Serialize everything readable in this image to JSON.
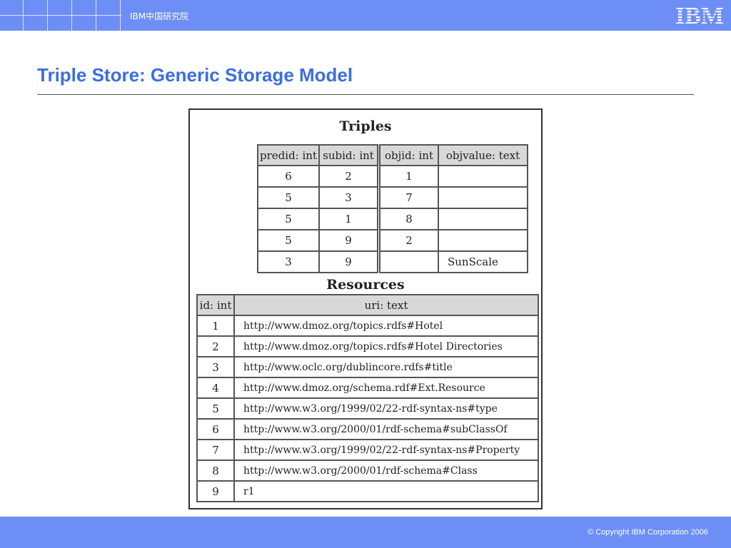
{
  "header": {
    "org_label": "IBM中国研究院",
    "logo_text": "IBM",
    "accent_color": "#6c8ef5"
  },
  "slide": {
    "title": "Triple Store: Generic Storage Model",
    "title_color": "#3c6ee0"
  },
  "triples": {
    "heading": "Triples",
    "columns": [
      "predid: int",
      "subid: int",
      "objid: int",
      "objvalue: text"
    ],
    "rows": [
      [
        "6",
        "2",
        "1",
        ""
      ],
      [
        "5",
        "3",
        "7",
        ""
      ],
      [
        "5",
        "1",
        "8",
        ""
      ],
      [
        "5",
        "9",
        "2",
        ""
      ],
      [
        "3",
        "9",
        "",
        "SunScale"
      ]
    ]
  },
  "resources": {
    "heading": "Resources",
    "columns": [
      "id: int",
      "uri: text"
    ],
    "rows": [
      [
        "1",
        "http://www.dmoz.org/topics.rdfs#Hotel"
      ],
      [
        "2",
        "http://www.dmoz.org/topics.rdfs#Hotel Directories"
      ],
      [
        "3",
        "http://www.oclc.org/dublincore.rdfs#title"
      ],
      [
        "4",
        "http://www.dmoz.org/schema.rdf#Ext.Resource"
      ],
      [
        "5",
        "http://www.w3.org/1999/02/22-rdf-syntax-ns#type"
      ],
      [
        "6",
        "http://www.w3.org/2000/01/rdf-schema#subClassOf"
      ],
      [
        "7",
        "http://www.w3.org/1999/02/22-rdf-syntax-ns#Property"
      ],
      [
        "8",
        "http://www.w3.org/2000/01/rdf-schema#Class"
      ],
      [
        "9",
        "r1"
      ]
    ]
  },
  "footer": {
    "copyright": "© Copyright IBM Corporation 2006"
  }
}
